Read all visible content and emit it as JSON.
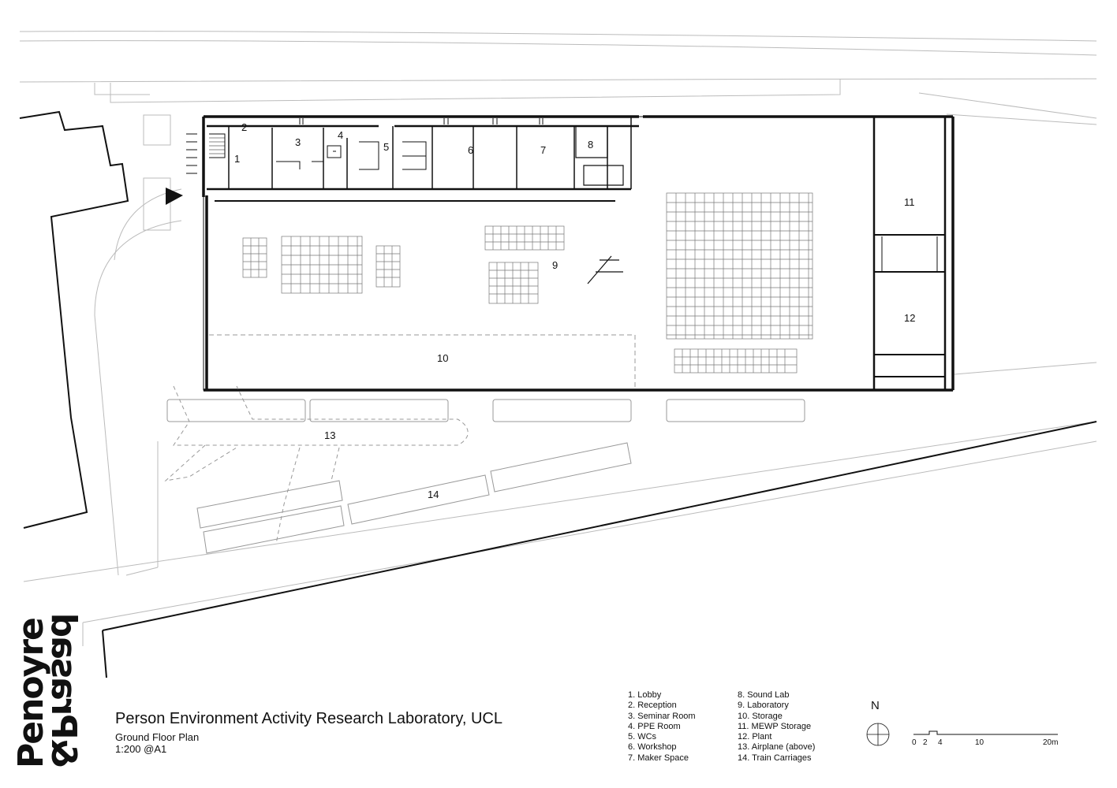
{
  "drawing": {
    "title": "Person Environment Activity Research Laboratory, UCL",
    "subtitle": "Ground Floor Plan",
    "scale": "1:200 @A1"
  },
  "logo": {
    "line1": "Penoyre",
    "line2": "&Prasad"
  },
  "rooms": {
    "r1": "1",
    "r2": "2",
    "r3": "3",
    "r4": "4",
    "r5": "5",
    "r6": "6",
    "r7": "7",
    "r8": "8",
    "r9": "9",
    "r10": "10",
    "r11": "11",
    "r12": "12",
    "r13": "13",
    "r14": "14"
  },
  "legend": {
    "col1": [
      "1. Lobby",
      "2. Reception",
      "3. Seminar Room",
      "4. PPE Room",
      "5. WCs",
      "6. Workshop",
      "7. Maker Space"
    ],
    "col2": [
      "8. Sound Lab",
      "9. Laboratory",
      "10. Storage",
      "11. MEWP Storage",
      "12. Plant",
      "13. Airplane (above)",
      "14. Train Carriages"
    ]
  },
  "north_arrow": {
    "label": "N"
  },
  "scale_bar": {
    "labels": [
      "0",
      "2",
      "4",
      "10",
      "20m"
    ]
  }
}
